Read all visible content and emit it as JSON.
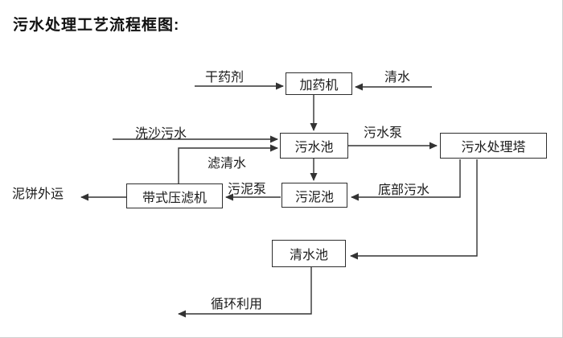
{
  "title": "污水处理工艺流程框图:",
  "diagram": {
    "nodes": {
      "dosing_machine": "加药机",
      "sewage_pool": "污水池",
      "treatment_tower": "污水处理塔",
      "sludge_pool": "污泥池",
      "belt_filter_press": "带式压滤机",
      "clean_water_pool": "清水池"
    },
    "edge_labels": {
      "dry_agent": "干药剂",
      "clean_water": "清水",
      "sand_washing_sewage": "洗沙污水",
      "filtered_water": "滤清水",
      "sewage_pump": "污水泵",
      "sludge_pump": "污泥泵",
      "bottom_sewage": "底部污水",
      "mud_cake_out": "泥饼外运",
      "recycle_use": "循环利用"
    },
    "colors": {
      "line": "#333333",
      "box_border": "#2e2e2e",
      "box_fill": "#ffffff",
      "text": "#000000",
      "background": "#ffffff"
    }
  }
}
